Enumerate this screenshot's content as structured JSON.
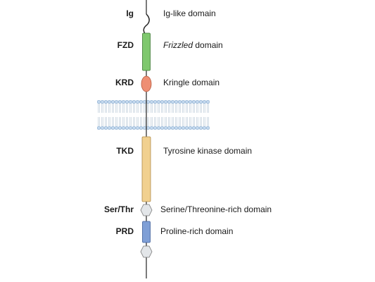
{
  "domains": [
    {
      "abbr": "Ig",
      "description": "Ig-like domain"
    },
    {
      "abbr": "FZD",
      "description_italic": "Frizzled",
      "description": " domain"
    },
    {
      "abbr": "KRD",
      "description": "Kringle domain"
    },
    {
      "abbr": "TKD",
      "description": "Tyrosine kinase domain"
    },
    {
      "abbr": "Ser/Thr",
      "description": "Serine/Threonine-rich domain"
    },
    {
      "abbr": "PRD",
      "description": "Proline-rich domain"
    }
  ],
  "colors": {
    "fzd_fill": "#7fc86e",
    "kringle_fill": "#ee8f74",
    "tkd_fill": "#f1d08f",
    "prd_fill": "#7f9fd6",
    "hexagon_fill": "#e3e6e9",
    "membrane_head": "#bcd4ec",
    "backbone": "#222222"
  }
}
